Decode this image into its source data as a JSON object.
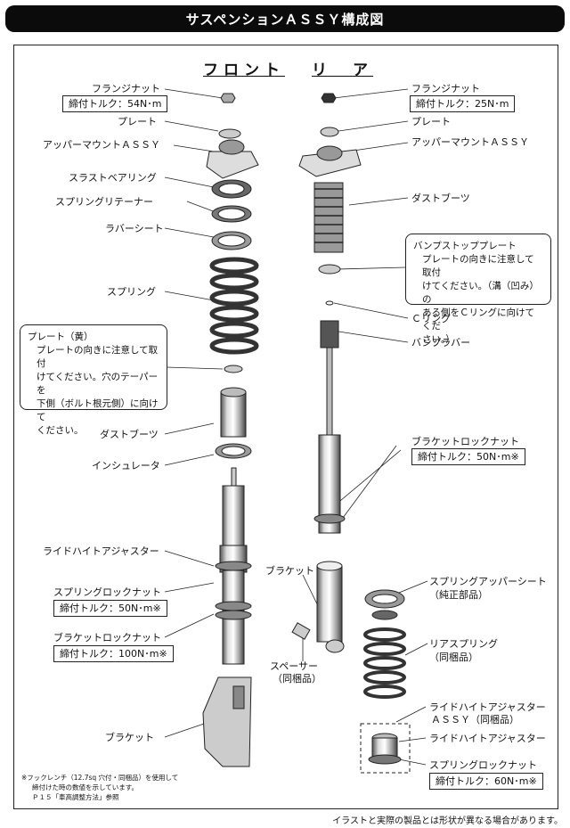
{
  "title": "サスペンションＡＳＳＹ構成図",
  "sections": {
    "front": "フロント",
    "rear": "リ　ア"
  },
  "front_labels": {
    "flange_nut": "フランジナット",
    "flange_nut_torque": "締付トルク：54N･m",
    "plate": "プレート",
    "upper_mount": "アッパーマウントＡＳＳＹ",
    "thrust_bearing": "スラストベアリング",
    "spring_retainer": "スプリングリテーナー",
    "rubber_seat": "ラバーシート",
    "spring": "スプリング",
    "dust_boot": "ダストブーツ",
    "insulator": "インシュレータ",
    "ride_height_adjuster": "ライドハイトアジャスター",
    "spring_lock_nut": "スプリングロックナット",
    "spring_lock_nut_torque": "締付トルク：50N･m※",
    "bracket_lock_nut": "ブラケットロックナット",
    "bracket_lock_nut_torque": "締付トルク：100N･m※",
    "bracket": "ブラケット"
  },
  "front_plate_note": {
    "title": "プレート（黄）",
    "lines": [
      "プレートの向きに注意して取付",
      "けてください。穴のテーパーを",
      "下側（ボルト根元側）に向けて",
      "ください。"
    ]
  },
  "rear_labels": {
    "flange_nut": "フランジナット",
    "flange_nut_torque": "締付トルク：25N･m",
    "plate": "プレート",
    "upper_mount": "アッパーマウントＡＳＳＹ",
    "dust_boot": "ダストブーツ",
    "c_ring": "Ｃリング",
    "bump_rubber": "バンプラバー",
    "bracket_lock_nut": "ブラケットロックナット",
    "bracket_lock_nut_torque": "締付トルク：50N･m※",
    "bracket": "ブラケット",
    "spacer": "スペーサー",
    "spacer_note": "（同梱品）",
    "spring_upper_seat": "スプリングアッパーシート",
    "spring_upper_seat_note": "（純正部品）",
    "rear_spring": "リアスプリング",
    "rear_spring_note": "（同梱品）",
    "ride_height_assy": "ライドハイトアジャスター",
    "ride_height_assy_note": "ＡＳＳＹ（同梱品）",
    "ride_height_adjuster": "ライドハイトアジャスター",
    "spring_lock_nut": "スプリングロックナット",
    "spring_lock_nut_torque": "締付トルク：60N･m※"
  },
  "bump_stop_note": {
    "title": "バンプストッププレート",
    "lines": [
      "プレートの向きに注意して取付",
      "けてください。（溝（凹み）の",
      "ある側をＣリングに向けてくだ",
      "さい。）"
    ]
  },
  "footnote": [
    "※フックレンチ（12.7sq 穴付・同梱品）を使用して",
    "締付けた時の数値を示しています。",
    "Ｐ１５「車高調整方法」参照"
  ],
  "disclaimer": "イラストと実際の製品とは形状が異なる場合があります。"
}
